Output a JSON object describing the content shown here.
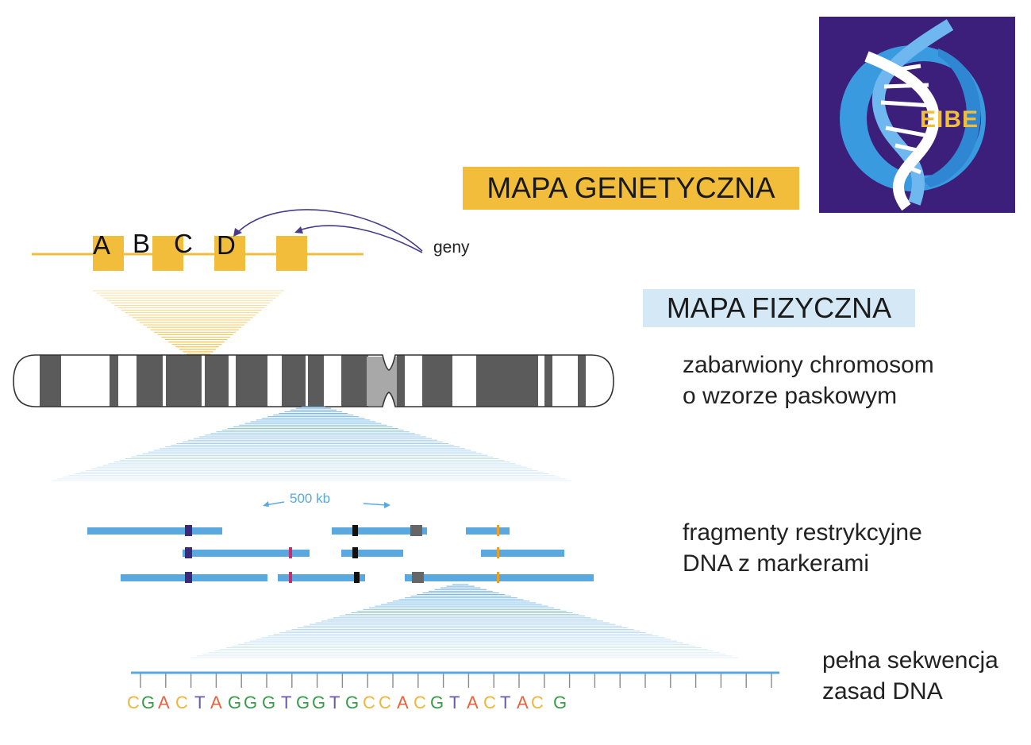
{
  "titles": {
    "genetic_map": "MAPA GENETYCZNA",
    "physical_map": "MAPA FIZYCZNA"
  },
  "genes": {
    "letters": [
      "A",
      "B",
      "C",
      "D"
    ],
    "label": "geny"
  },
  "descriptions": {
    "chromosome_line1": "zabarwiony chromosom",
    "chromosome_line2": "o wzorze paskowym",
    "fragments_line1": "fragmenty restrykcyjne",
    "fragments_line2": "DNA z markerami",
    "sequence_line1": "pełna sekwencja",
    "sequence_line2": "zasad DNA"
  },
  "scale": {
    "label": "500 kb"
  },
  "sequence": {
    "bases": [
      "C",
      "G",
      "A",
      "C",
      "T",
      "A",
      "G",
      "G",
      "G",
      "T",
      "G",
      "G",
      "T",
      "G",
      "C",
      "C",
      "A",
      "C",
      "G",
      "T",
      "A",
      "C",
      "T",
      "A",
      "C",
      "G"
    ]
  },
  "colors": {
    "gene_yellow": "#f3bd3c",
    "physical_blue": "#d4e8f6",
    "fragment_blue": "#5aa8e0",
    "chromosome_band": "#5b5b5b",
    "marker_purple": "#3b2a7a",
    "marker_pink": "#c2306e",
    "marker_black": "#111111",
    "marker_gray": "#666666",
    "marker_orange": "#f0a020",
    "base_C": "#f0b53b",
    "base_G": "#3a9a4a",
    "base_A": "#e8643c",
    "base_T": "#6a5aa8",
    "logo_bg": "#3b1f7a"
  },
  "logo": {
    "text": "EIBE",
    "icon": "dna-helix-globe-icon"
  }
}
